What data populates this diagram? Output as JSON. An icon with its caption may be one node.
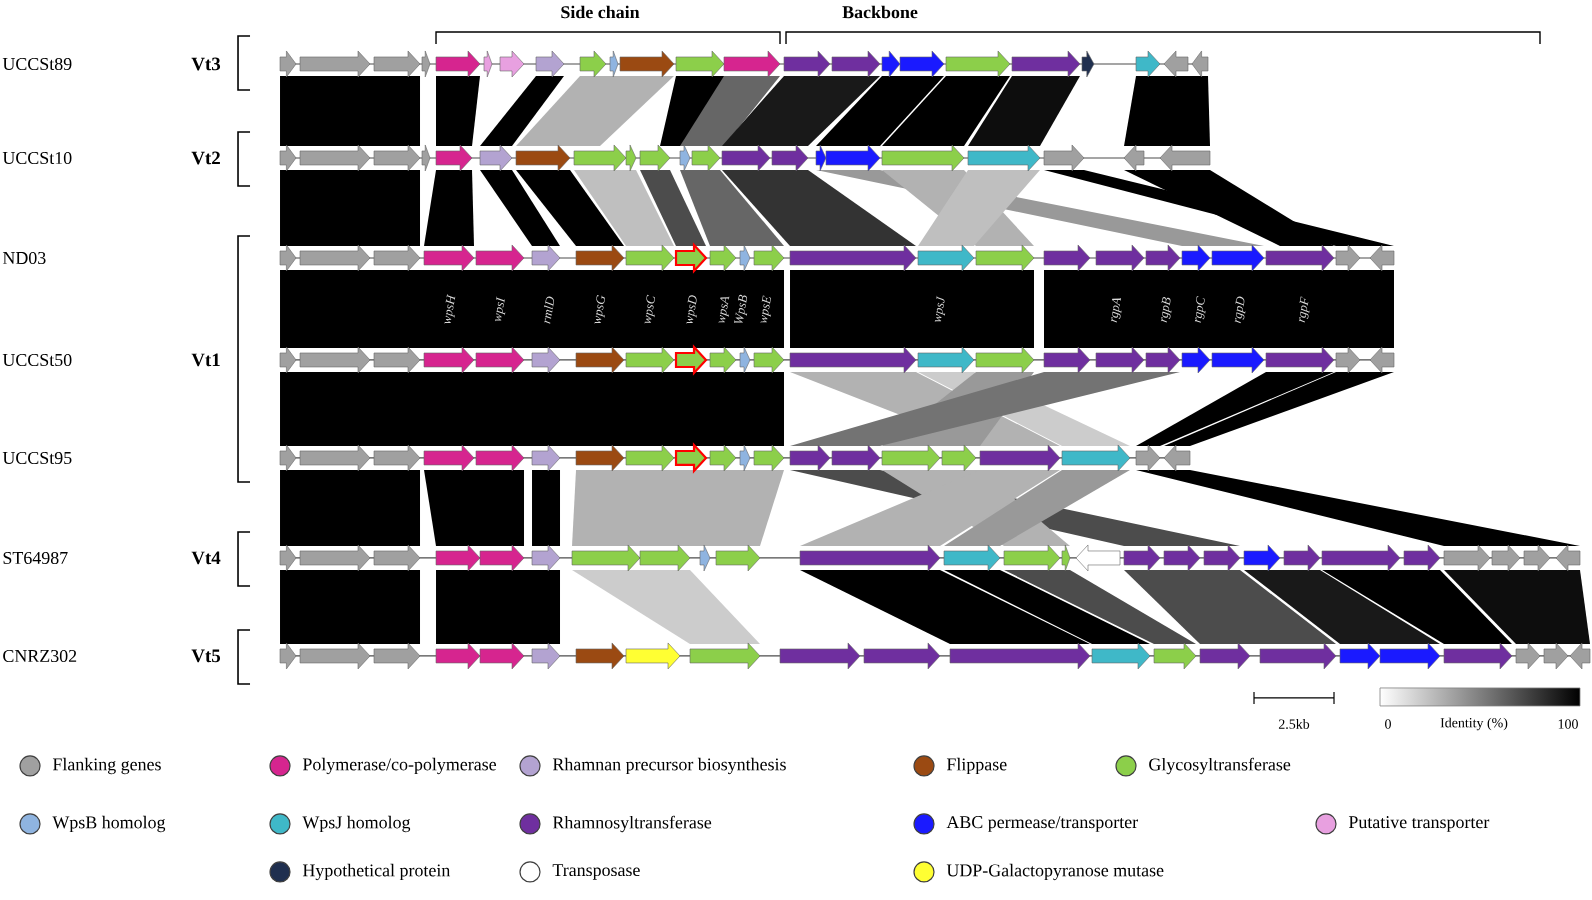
{
  "diagram": {
    "labels": [
      "Side chain",
      "Backbone",
      "UCCSt89",
      "Vt3",
      "UCCSt10",
      "Vt2",
      "ND03",
      "wpsH",
      "wpsI",
      "rmlD",
      "wpsG",
      "wpsC",
      "wpsD",
      "wpsA",
      "WpsB",
      "wpsE",
      "wpsJ",
      "rgpA",
      "rgpB",
      "rgpC",
      "rgpD",
      "rgpF",
      "UCCSt50",
      "Vt1",
      "UCCSt95",
      "ST64987",
      "Vt4",
      "CNRZ302",
      "Vt5",
      "2.5kb",
      "0",
      "Identity (%)",
      "100"
    ],
    "legend": [
      {
        "text": "Flanking genes",
        "color": "#a0a0a0"
      },
      {
        "text": "Polymerase/co-polymerase",
        "color": "#d6258f"
      },
      {
        "text": "Rhamnan precursor biosynthesis",
        "color": "#b3a3d1"
      },
      {
        "text": "Flippase",
        "color": "#9b4a12"
      },
      {
        "text": "Glycosyltransferase",
        "color": "#8ccf4a"
      },
      {
        "text": "WpsB homolog",
        "color": "#8fb4e0"
      },
      {
        "text": "WpsJ homolog",
        "color": "#3fb8c8"
      },
      {
        "text": "Rhamnosyltransferase",
        "color": "#6f2f9f"
      },
      {
        "text": "ABC permease/transporter",
        "color": "#1a1aff"
      },
      {
        "text": "Putative transporter",
        "color": "#e8a0e0"
      },
      {
        "text": "Hypothetical protein",
        "color": "#1f2f4f"
      },
      {
        "text": "Transposase"
      },
      {
        "text": "UDP-Galactopyranose mutase",
        "color": "#ffff33"
      }
    ]
  }
}
